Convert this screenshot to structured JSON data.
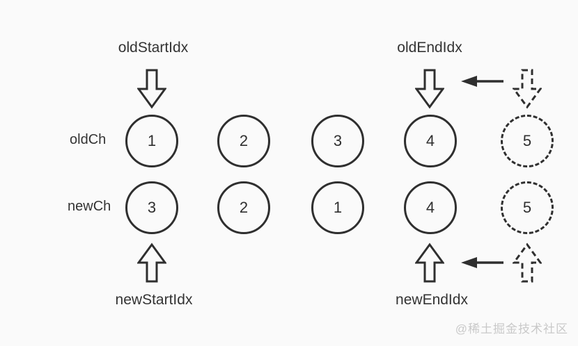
{
  "colors": {
    "background": "#fafafa",
    "stroke": "#2f2f2f",
    "text": "#333333",
    "watermark": "#c9c9c9"
  },
  "pointers": {
    "old_start_label": "oldStartIdx",
    "old_end_label": "oldEndIdx",
    "new_start_label": "newStartIdx",
    "new_end_label": "newEndIdx"
  },
  "rows": [
    {
      "label": "oldCh",
      "nodes": [
        {
          "value": "1",
          "style": "solid"
        },
        {
          "value": "2",
          "style": "solid"
        },
        {
          "value": "3",
          "style": "solid"
        },
        {
          "value": "4",
          "style": "solid"
        },
        {
          "value": "5",
          "style": "dashed"
        }
      ]
    },
    {
      "label": "newCh",
      "nodes": [
        {
          "value": "3",
          "style": "solid"
        },
        {
          "value": "2",
          "style": "solid"
        },
        {
          "value": "1",
          "style": "solid"
        },
        {
          "value": "4",
          "style": "solid"
        },
        {
          "value": "5",
          "style": "dashed"
        }
      ]
    }
  ],
  "watermark": "@稀土掘金技术社区"
}
